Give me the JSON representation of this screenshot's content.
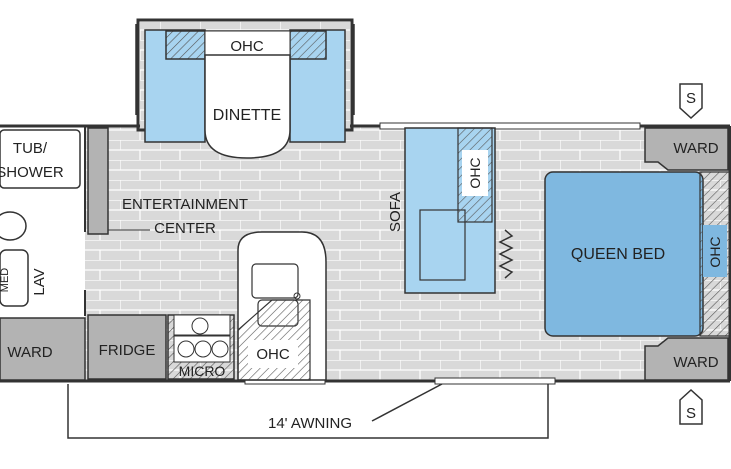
{
  "labels": {
    "ohc_dinette": "OHC",
    "dinette": "DINETTE",
    "tub_shower_1": "TUB/",
    "tub_shower_2": "SHOWER",
    "entertainment_1": "ENTERTAINMENT",
    "entertainment_2": "CENTER",
    "sofa": "SOFA",
    "ohc_sofa": "OHC",
    "queen_bed": "QUEEN BED",
    "ohc_bed": "OHC",
    "ward_top_right": "WARD",
    "ward_bottom_right": "WARD",
    "ward_left": "WARD",
    "fridge": "FRIDGE",
    "micro": "MICRO",
    "ohc_kitchen": "OHC",
    "lav": "LAV",
    "med": "MED",
    "awning": "14' AWNING",
    "slide_top": "S",
    "slide_bottom": "S"
  },
  "colors": {
    "floor": "#d9d9d9",
    "floor_tile_line": "#ffffff",
    "wall": "#333333",
    "blue_furniture": "#a8d4f0",
    "bed_blue": "#7fb8e0",
    "cabinet_gray": "#b3b3b3",
    "hatch": "#555555",
    "outline": "#333333"
  }
}
